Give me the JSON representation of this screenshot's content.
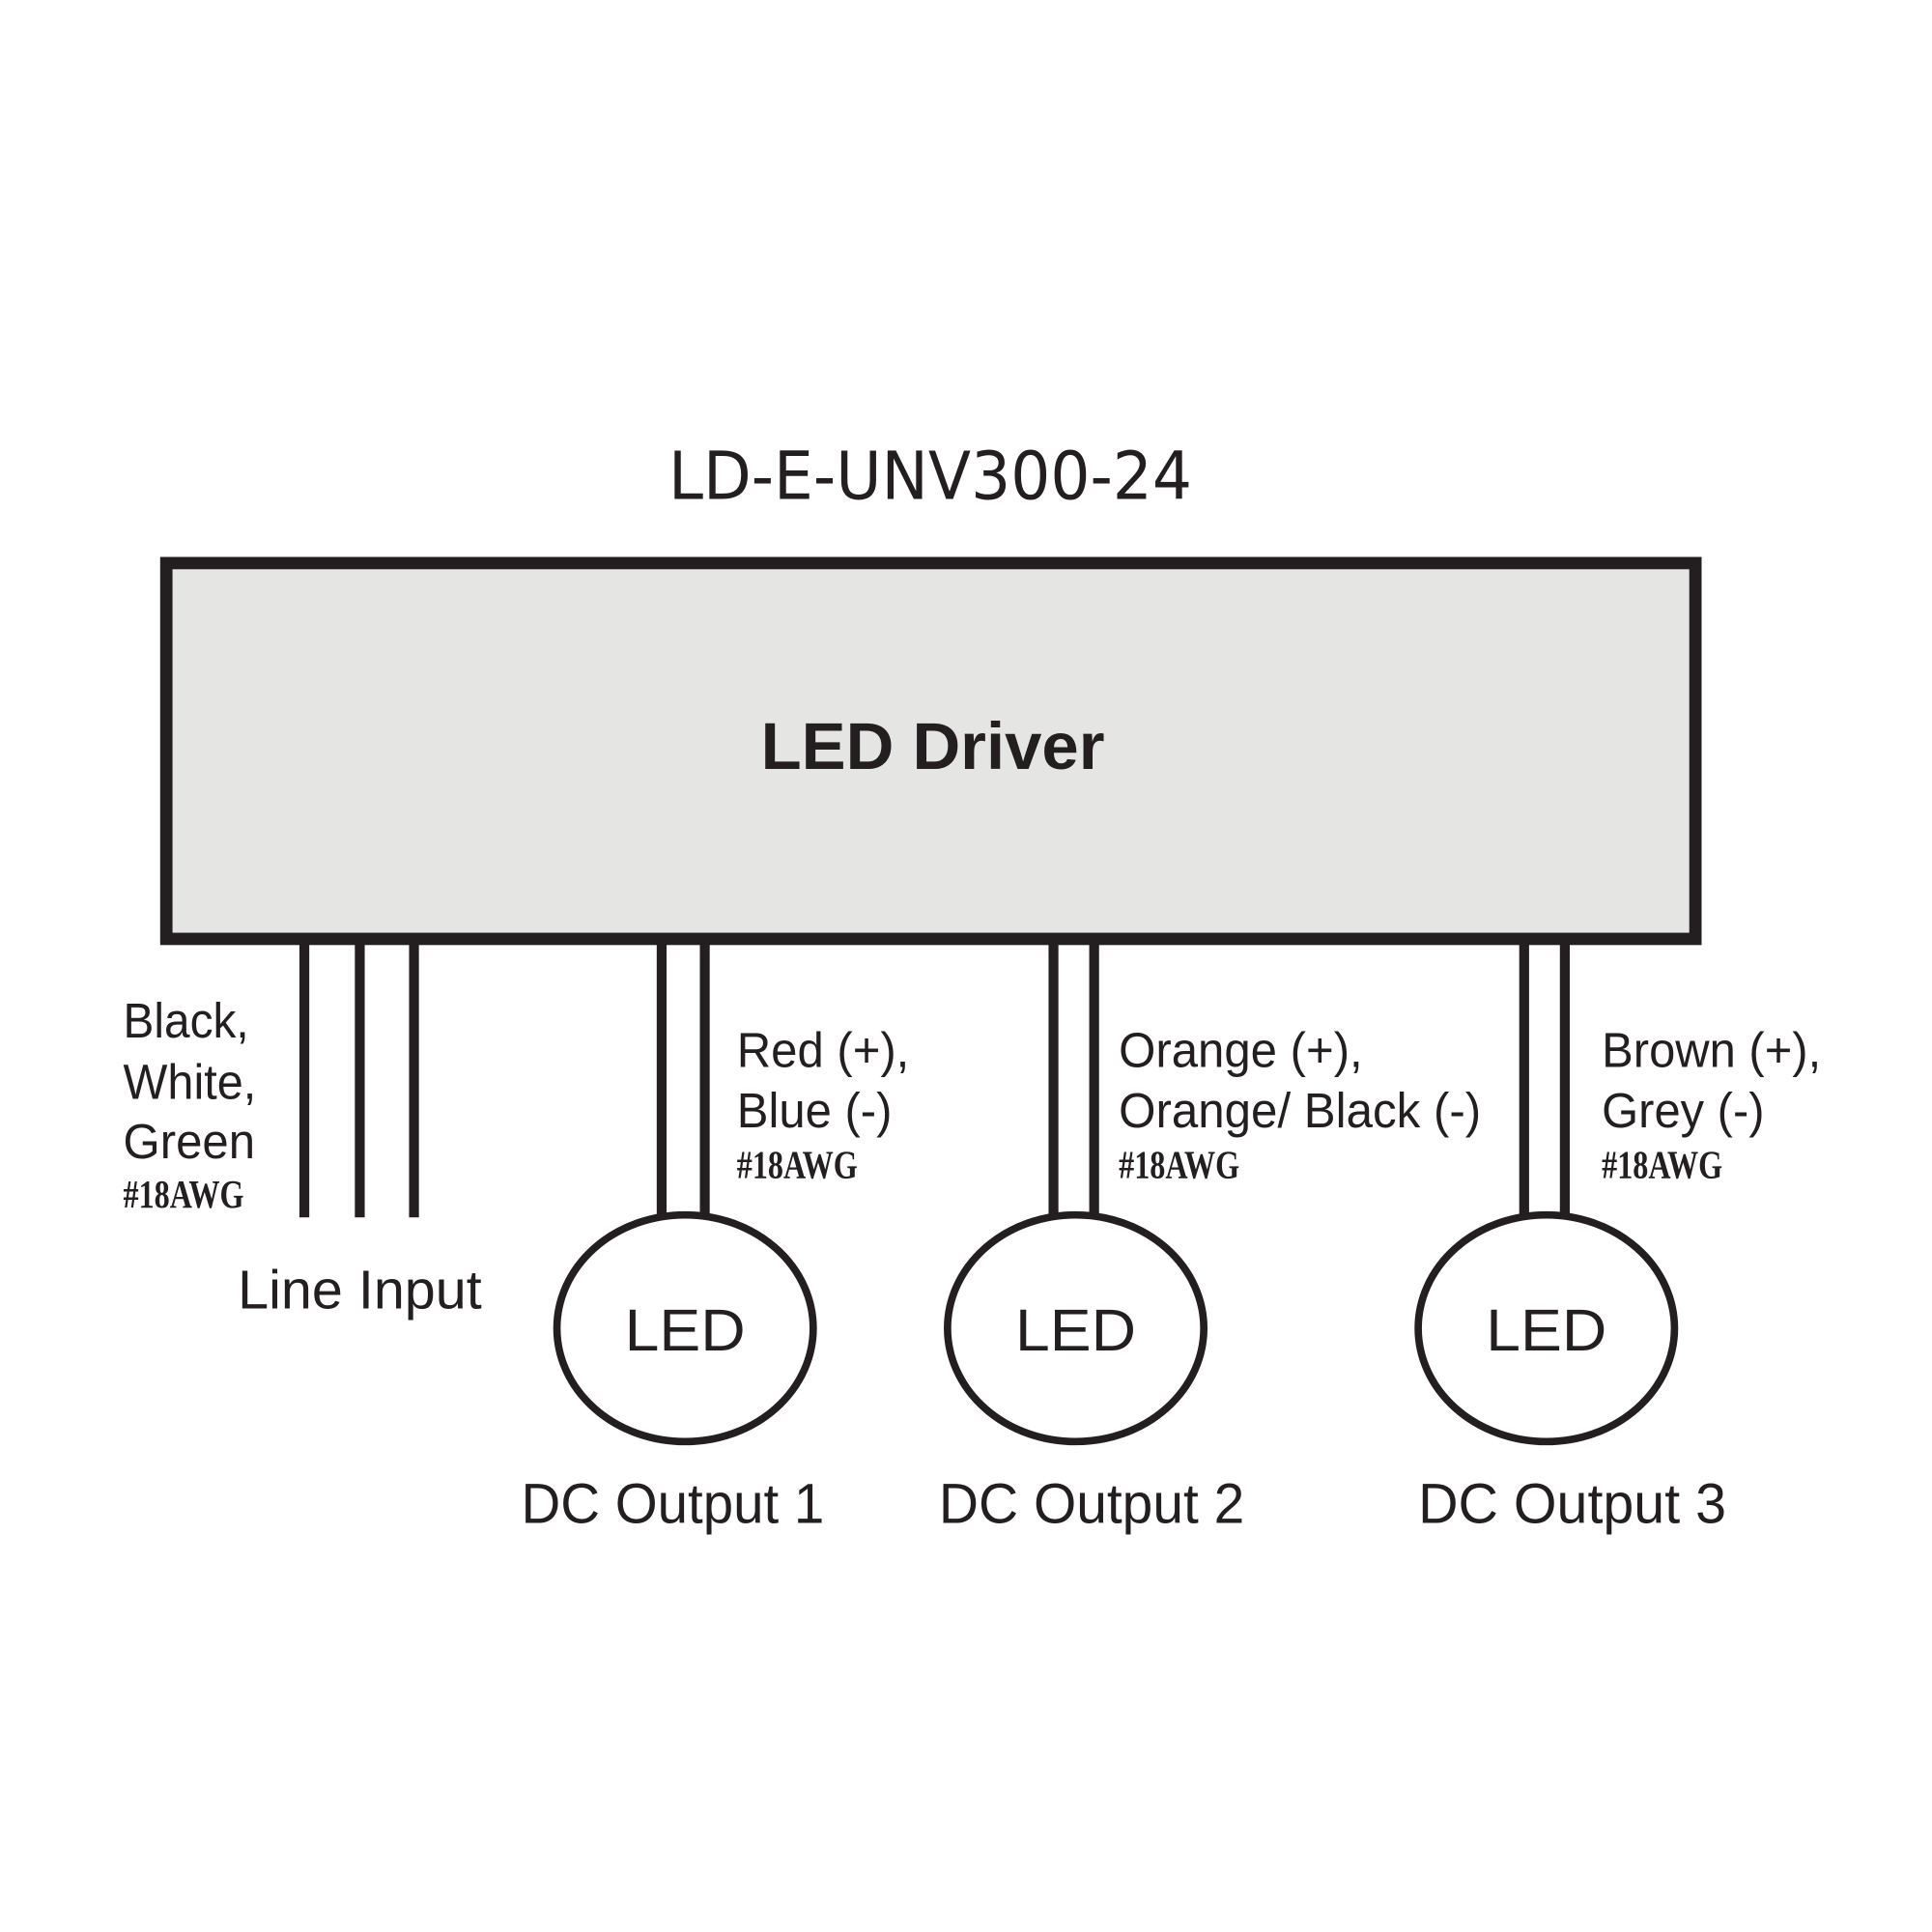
{
  "title": "LD-E-UNV300-24",
  "driver_label": "LED Driver",
  "line_input": {
    "colors": [
      "Black,",
      "White,",
      "Green"
    ],
    "gauge": "#18AWG",
    "label": "Line Input"
  },
  "outputs": [
    {
      "lines": [
        "Red (+),",
        "Blue (-)"
      ],
      "gauge": "#18AWG",
      "led": "LED",
      "label": "DC Output 1"
    },
    {
      "lines": [
        "Orange (+),",
        "Orange/ Black (-)"
      ],
      "gauge": "#18AWG",
      "led": "LED",
      "label": "DC Output 2"
    },
    {
      "lines": [
        "Brown (+),",
        "Grey (-)"
      ],
      "gauge": "#18AWG",
      "led": "LED",
      "label": "DC Output 3"
    }
  ]
}
